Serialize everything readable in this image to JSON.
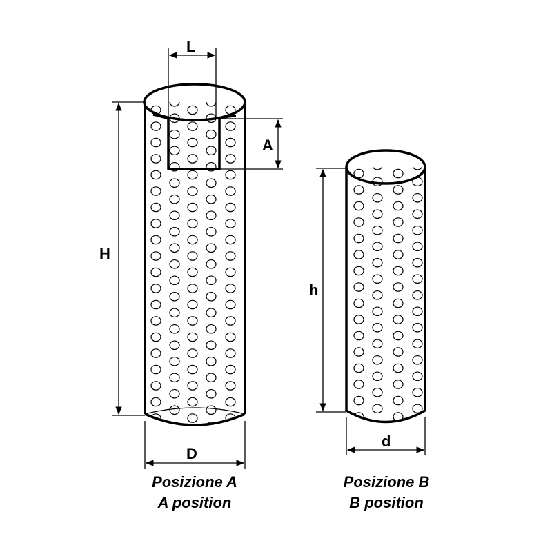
{
  "filter_a": {
    "dimension_width_top": "L",
    "dimension_notch_height": "A",
    "dimension_height": "H",
    "dimension_diameter": "D",
    "caption_italian": "Posizione A",
    "caption_english": "A position"
  },
  "filter_b": {
    "dimension_height": "h",
    "dimension_diameter": "d",
    "caption_italian": "Posizione B",
    "caption_english": "B position"
  },
  "colors": {
    "line": "#000000",
    "background": "#ffffff"
  }
}
